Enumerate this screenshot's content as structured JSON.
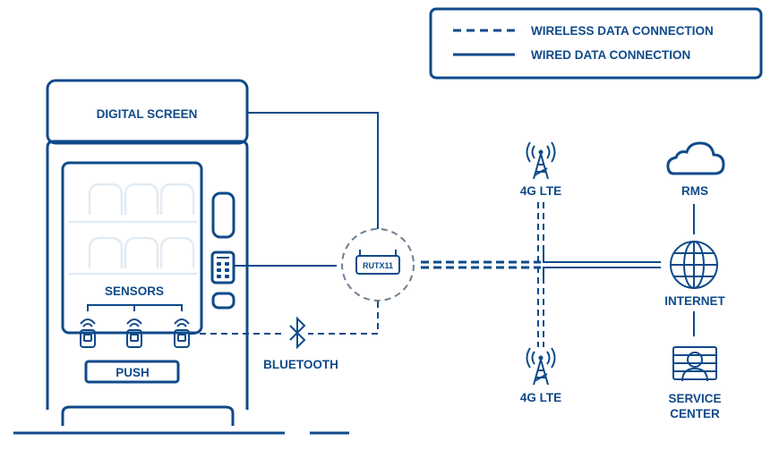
{
  "colors": {
    "primary": "#0f4a8a",
    "faded": "#e3ebf3",
    "background": "#ffffff"
  },
  "legend": {
    "wireless": "WIRELESS DATA CONNECTION",
    "wired": "WIRED DATA CONNECTION"
  },
  "vending_machine": {
    "screen_label": "DIGITAL SCREEN",
    "sensors_label": "SENSORS",
    "push_label": "PUSH"
  },
  "router": {
    "model": "RUTX11"
  },
  "bluetooth": {
    "label": "BLUETOOTH"
  },
  "towers": {
    "top_label": "4G LTE",
    "bottom_label": "4G LTE"
  },
  "network": {
    "rms_label": "RMS",
    "internet_label": "INTERNET",
    "service_line1": "SERVICE",
    "service_line2": "CENTER"
  },
  "icons": [
    "antenna-icon",
    "cloud-icon",
    "globe-icon",
    "service-center-icon",
    "bluetooth-icon",
    "sensor-icon",
    "router-icon"
  ]
}
